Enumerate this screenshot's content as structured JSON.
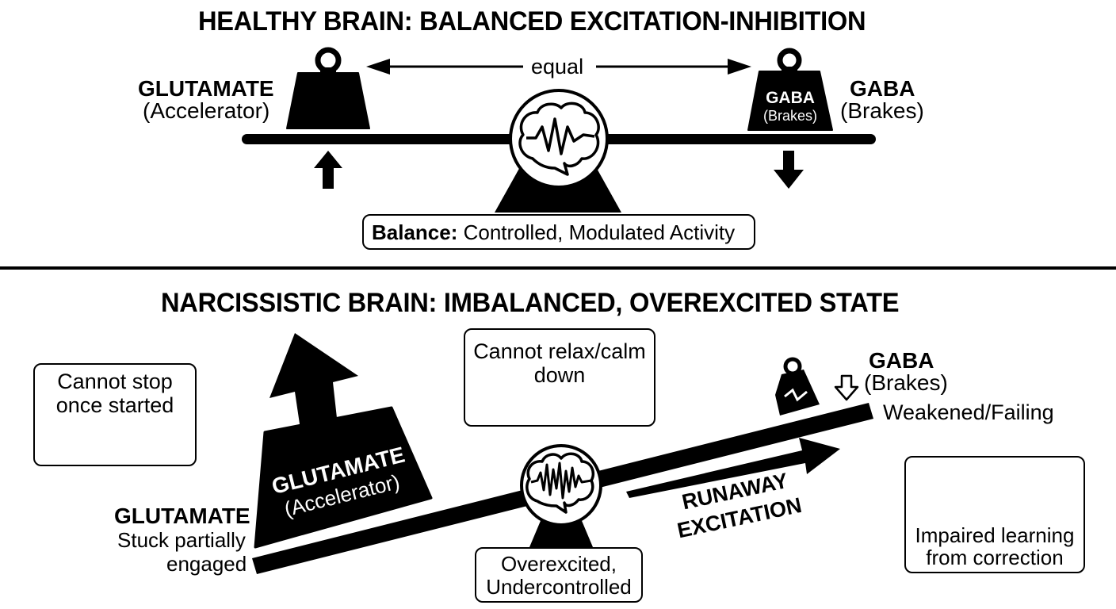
{
  "healthy": {
    "title": "HEALTHY BRAIN: BALANCED EXCITATION-INHIBITION",
    "equal": "equal",
    "glutamate": "GLUTAMATE",
    "glutamate_role": "(Accelerator)",
    "gaba": "GABA",
    "gaba_role": "(Brakes)",
    "weight_gaba": "GABA",
    "weight_gaba_role": "(Brakes)",
    "balance_bold": "Balance:",
    "balance_rest": " Controlled, Modulated Activity"
  },
  "narcissistic": {
    "title": "NARCISSISTIC BRAIN: IMBALANCED, OVEREXCITED STATE",
    "cannot_stop": [
      "Cannot stop",
      "once started"
    ],
    "cannot_relax": [
      "Cannot relax/calm",
      "down"
    ],
    "gaba": "GABA",
    "gaba_role": "(Brakes)",
    "gaba_state": "Weakened/Failing",
    "weight_glutamate": "GLUTAMATE",
    "weight_glutamate_role": "(Accelerator)",
    "glutamate": "GLUTAMATE",
    "glutamate_state": [
      "Stuck partially",
      "engaged"
    ],
    "runaway": [
      "RUNAWAY",
      "EXCITATION"
    ],
    "overexcited": [
      "Overexcited,",
      "Undercontrolled"
    ],
    "impaired": [
      "Impaired learning",
      "from correction"
    ]
  },
  "icons": [
    "weight-icon",
    "brain-icon",
    "arrow-icon",
    "loop-arrows-icon",
    "wave-icon",
    "crossed-book-icon",
    "broken-weight-icon"
  ]
}
